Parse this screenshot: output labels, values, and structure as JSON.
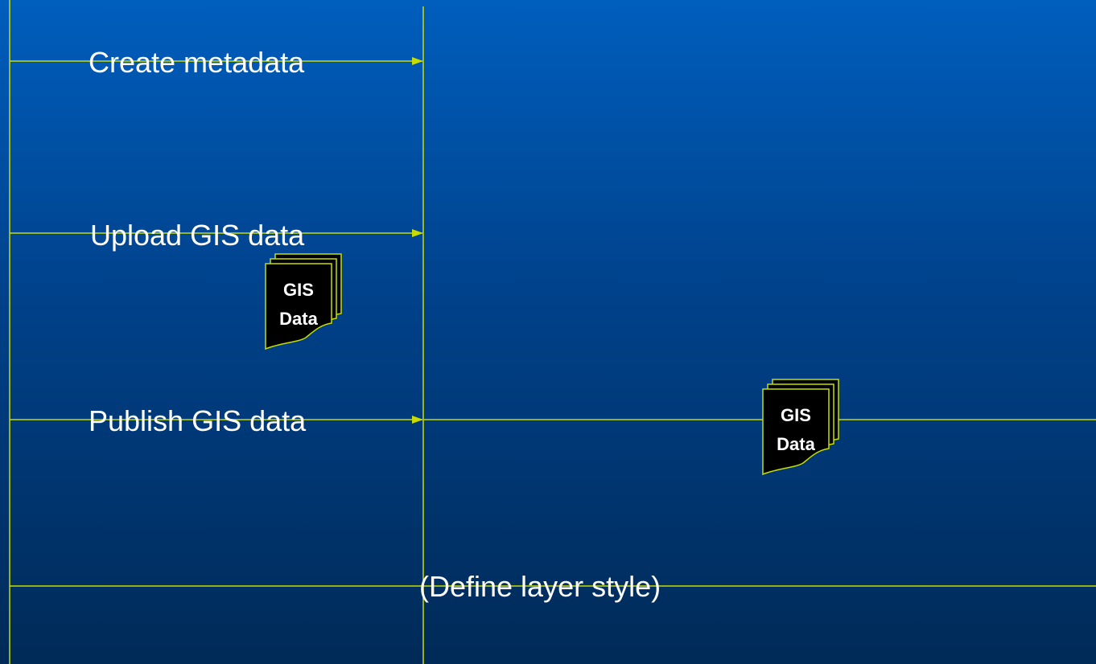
{
  "steps": {
    "create_metadata": "Create metadata",
    "upload_gis_data": "Upload GIS data",
    "publish_gis_data": "Publish GIS data",
    "define_layer_style": "(Define layer style)"
  },
  "documents": [
    {
      "line1": "GIS",
      "line2": "Data"
    },
    {
      "line1": "GIS",
      "line2": "Data"
    }
  ],
  "colors": {
    "line": "#c8dc00",
    "document_fill": "#000000",
    "text": "#ffffff",
    "background_top": "#005ebd",
    "background_bottom": "#002a57"
  }
}
